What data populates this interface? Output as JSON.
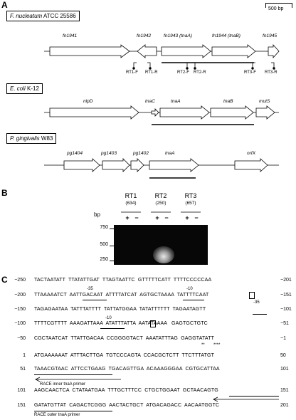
{
  "panels": {
    "a": "A",
    "b": "B",
    "c": "C"
  },
  "scale": "500 bp",
  "organisms": {
    "fn": {
      "name": "F. nucleatum",
      "strain": "ATCC 25586"
    },
    "ec": {
      "name": "E. coli",
      "strain": "K-12"
    },
    "pg": {
      "name": "P. gingivalis",
      "strain": "W83"
    }
  },
  "fn_genes": {
    "g1941": "fn1941",
    "g1942": "fn1942",
    "g1943": "fn1943",
    "g1943_paren": "(tnaA)",
    "g1944": "fn1944",
    "g1944_paren": "(tnaB)",
    "g1945": "fn1945"
  },
  "primers": {
    "rt1f": "RT1-F",
    "rt1r": "RT1-R",
    "rt2f": "RT2-F",
    "rt2r": "RT2-R",
    "rt3f": "RT3-F",
    "rt3r": "RT3-R"
  },
  "ec_genes": {
    "nlpd": "nlpD",
    "tnac": "tnaC",
    "tnaa": "tnaA",
    "tnab": "tnaB",
    "muts": "mutS"
  },
  "pg_genes": {
    "pg1404": "pg1404",
    "pg1403": "pg1403",
    "pg1402": "pg1402",
    "tnaa": "tnaA",
    "orfx": "orfX"
  },
  "gel": {
    "bp": "bp",
    "lanes": [
      {
        "name": "RT1",
        "size": "(634)"
      },
      {
        "name": "RT2",
        "size": "(250)"
      },
      {
        "name": "RT3",
        "size": "(657)"
      }
    ],
    "plus": "+",
    "minus": "−",
    "ladder": [
      "750",
      "500",
      "250"
    ]
  },
  "sequence": [
    {
      "left": "−250",
      "seq": "TACTAATATT  TTATATTGAT  TTAGTAATTC  GTTTTTCATT  TTTTCCCCCAA",
      "right": "−201"
    },
    {
      "left": "−200",
      "seq": "TTAAAAATCT  AATTGACAAT  ATTTTATCAT  AGTGCTAAAA  TATTTTCAAT",
      "right": "−151"
    },
    {
      "left": "−150",
      "seq": "TAGAGAATAA  TATTTATTTT  TATTATGGAA  TATATTTTTT  TAGAATAGTT",
      "right": "−101"
    },
    {
      "left": "−100",
      "seq": "TTTTCGTTTT  AAAGATTAAA  ATATTTATTA  AATATAAAA   GAGTGCTGTC",
      "right": "−51"
    },
    {
      "left": "−50",
      "seq": "CGCTAATCAT  TTATTGACAA  CCGGGGTACT  AAATATTTAG  GAGGTATATT",
      "right": "−1"
    },
    {
      "left": "1",
      "seq": "ATGAAAAAAT  ATTTACTTGA  TGTCCCAGTA  CCACGCTCTT  TTCTTTATGT",
      "right": "50"
    },
    {
      "left": "51",
      "seq": "TAAACGTAAC  ATTCCTGAAG  TGACAGTTGA  ACAAAGGGAA  CGTGCATTAA",
      "right": "101"
    },
    {
      "left": "101",
      "seq": "AAGCAACTCA  CTATAATGAA  TTTGCTTTCC  CTGCTGGAAT  GCTAACAGTG",
      "right": "151"
    },
    {
      "left": "151",
      "seq": "GATATGTTAT  CAGACTCGGG  AACTACTGCT  ATGACAGACC  AACAATGGTC",
      "right": "201"
    }
  ],
  "annotations": {
    "m35a": "-35",
    "m10a": "-10",
    "m35b": "-35",
    "m10b": "-10",
    "stars1": "**",
    "stars2": "****",
    "race_inner": "RACE inner tnaA primer",
    "race_outer": "RACE outer tnaA primer"
  }
}
